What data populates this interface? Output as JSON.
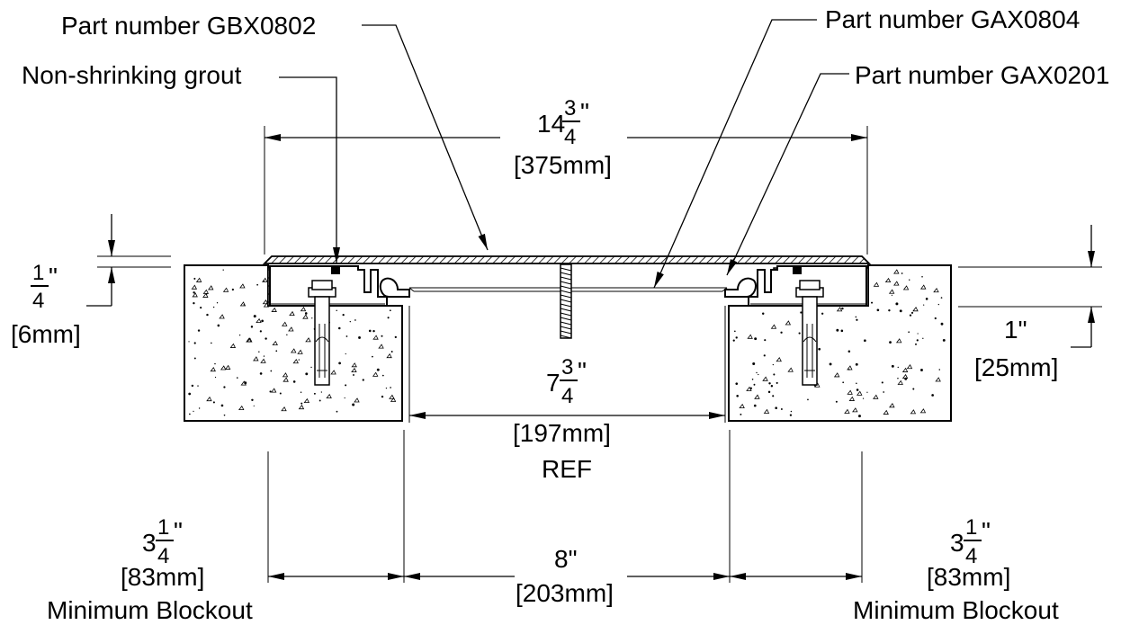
{
  "callouts": {
    "gbx0802": "Part number GBX0802",
    "gax0804": "Part number GAX0804",
    "gax0201": "Part number GAX0201",
    "grout": "Non-shrinking grout"
  },
  "overall_width": {
    "whole": "14",
    "num": "3",
    "den": "4",
    "inch": "\"",
    "metric": "[375mm]"
  },
  "cover_thickness": {
    "num": "1",
    "den": "4",
    "inch": "\"",
    "metric": "[6mm]"
  },
  "rail_depth": {
    "value": "1\"",
    "metric": "[25mm]"
  },
  "gap_ref": {
    "whole": "7",
    "num": "3",
    "den": "4",
    "inch": "\"",
    "metric": "[197mm]",
    "note": "REF"
  },
  "left_blockout": {
    "whole": "3",
    "num": "1",
    "den": "4",
    "inch": "\"",
    "metric": "[83mm]",
    "note": "Minimum Blockout"
  },
  "opening": {
    "value": "8\"",
    "metric": "[203mm]"
  },
  "right_blockout": {
    "whole": "3",
    "num": "1",
    "den": "4",
    "inch": "\"",
    "metric": "[83mm]",
    "note": "Minimum Blockout"
  }
}
